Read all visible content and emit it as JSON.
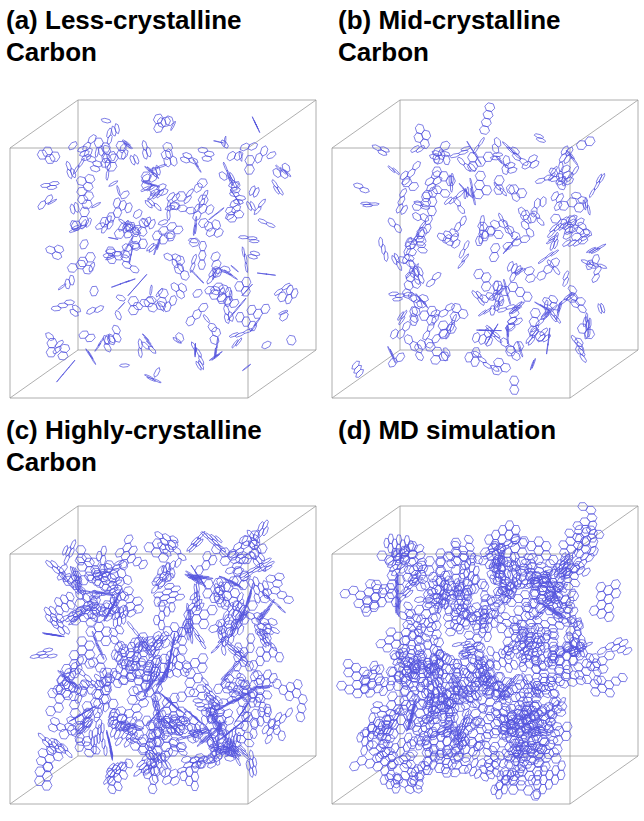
{
  "diagram": {
    "labels": [
      "(a) Less-crystalline Carbon",
      "(b) Mid-crystalline Carbon",
      "(c) Highly-crystalline Carbon",
      "(d) MD simulation"
    ]
  }
}
